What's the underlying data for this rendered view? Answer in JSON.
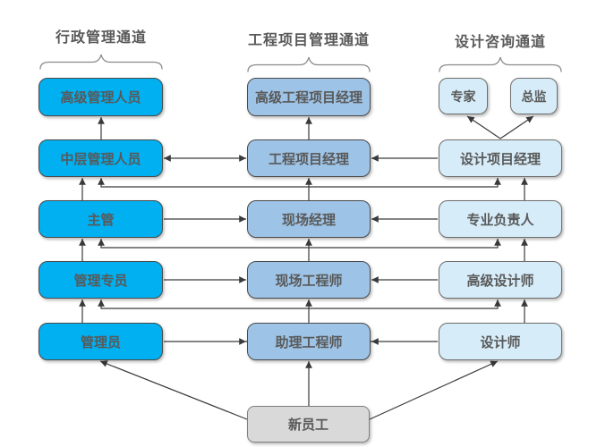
{
  "channels": [
    {
      "id": "admin",
      "title": "行政管理通道",
      "levels": [
        "高级管理人员",
        "中层管理人员",
        "主管",
        "管理专员",
        "管理员"
      ]
    },
    {
      "id": "project",
      "title": "工程项目管理通道",
      "levels": [
        "高级工程项目经理",
        "工程项目经理",
        "现场经理",
        "现场工程师",
        "助理工程师"
      ]
    },
    {
      "id": "design",
      "title": "设计咨询通道",
      "peaks": [
        "专家",
        "总监"
      ],
      "levels": [
        "设计项目经理",
        "专业负责人",
        "高级设计师",
        "设计师"
      ]
    }
  ],
  "entry": {
    "label": "新员工"
  },
  "colors": {
    "admin_fill": "#00b0f0",
    "project_fill": "#9dc3e6",
    "design_fill": "#d6ecf8",
    "entry_fill": "#d9d9d9",
    "connector": "#3a3a3a",
    "brace": "#8a8a8a",
    "text": "#595959",
    "background": "#ffffff"
  }
}
